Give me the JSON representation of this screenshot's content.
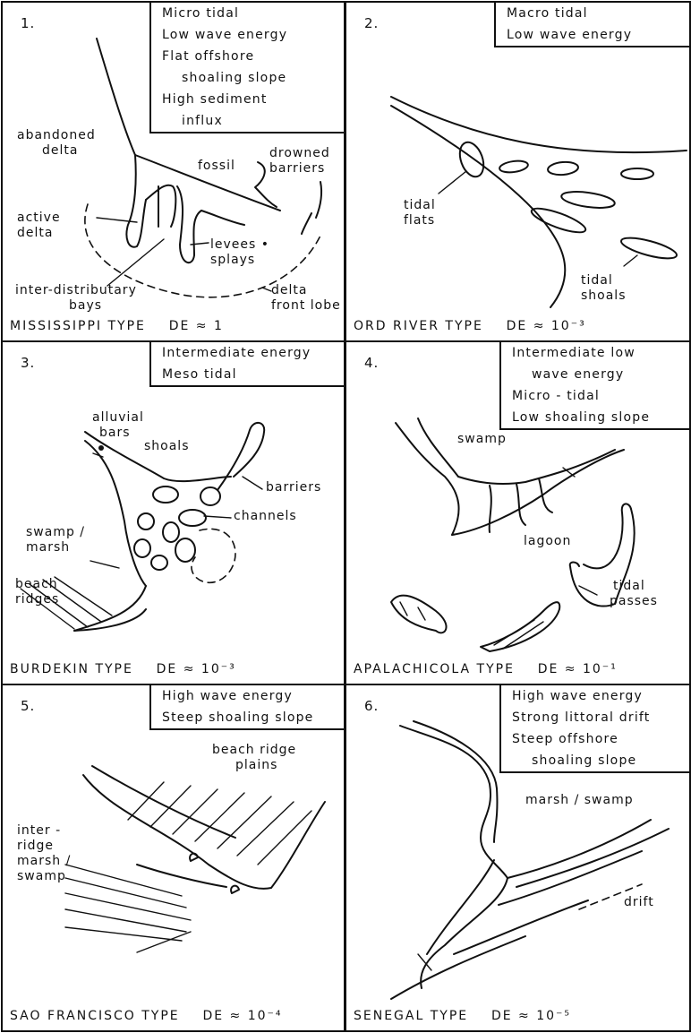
{
  "panels": [
    {
      "number": "1.",
      "conditions": [
        "Micro tidal",
        "Low wave energy",
        "Flat offshore",
        "shoaling slope",
        "High sediment",
        "influx"
      ],
      "type_label": "MISSISSIPPI TYPE",
      "de": "DE ≈ 1",
      "labels": {
        "abandoned_delta_1": "abandoned",
        "abandoned_delta_2": "delta",
        "fossil": "fossil",
        "drowned_barriers_1": "drowned",
        "drowned_barriers_2": "barriers",
        "active_delta_1": "active",
        "active_delta_2": "delta",
        "levees_splays_1": "levees •",
        "levees_splays_2": "splays",
        "inter_distributary_1": "inter-distributary",
        "inter_distributary_2": "bays",
        "delta_front_lobe_1": "delta",
        "delta_front_lobe_2": "front lobe"
      }
    },
    {
      "number": "2.",
      "conditions": [
        "Macro tidal",
        "Low wave energy"
      ],
      "type_label": "ORD RIVER TYPE",
      "de": "DE ≈ 10⁻³",
      "labels": {
        "tidal_flats_1": "tidal",
        "tidal_flats_2": "flats",
        "tidal_shoals_1": "tidal",
        "tidal_shoals_2": "shoals"
      }
    },
    {
      "number": "3.",
      "conditions": [
        "Intermediate energy",
        "Meso tidal"
      ],
      "type_label": "BURDEKIN TYPE",
      "de": "DE ≈ 10⁻³",
      "labels": {
        "alluvial_bars_1": "alluvial",
        "alluvial_bars_2": "bars",
        "shoals": "shoals",
        "barriers": "barriers",
        "channels": "channels",
        "swamp_marsh_1": "swamp /",
        "swamp_marsh_2": "marsh",
        "beach_ridges_1": "beach",
        "beach_ridges_2": "ridges"
      }
    },
    {
      "number": "4.",
      "conditions": [
        "Intermediate low",
        "wave energy",
        "Micro - tidal",
        "Low shoaling slope"
      ],
      "type_label": "APALACHICOLA TYPE",
      "de": "DE ≈ 10⁻¹",
      "labels": {
        "swamp": "swamp",
        "lagoon": "lagoon",
        "tidal_passes_1": "tidal",
        "tidal_passes_2": "passes"
      }
    },
    {
      "number": "5.",
      "conditions": [
        "High wave energy",
        "Steep shoaling slope"
      ],
      "type_label": "SAO FRANCISCO TYPE",
      "de": "DE ≈ 10⁻⁴",
      "labels": {
        "beach_ridge_plains_1": "beach ridge",
        "beach_ridge_plains_2": "plains",
        "inter_ridge_1": "inter -",
        "inter_ridge_2": "ridge",
        "inter_ridge_3": "marsh /",
        "inter_ridge_4": "swamp"
      }
    },
    {
      "number": "6.",
      "conditions": [
        "High wave energy",
        "Strong littoral drift",
        "Steep offshore",
        "shoaling slope"
      ],
      "type_label": "SENEGAL TYPE",
      "de": "DE ≈ 10⁻⁵",
      "labels": {
        "marsh_swamp": "marsh / swamp",
        "drift": "drift"
      }
    }
  ]
}
